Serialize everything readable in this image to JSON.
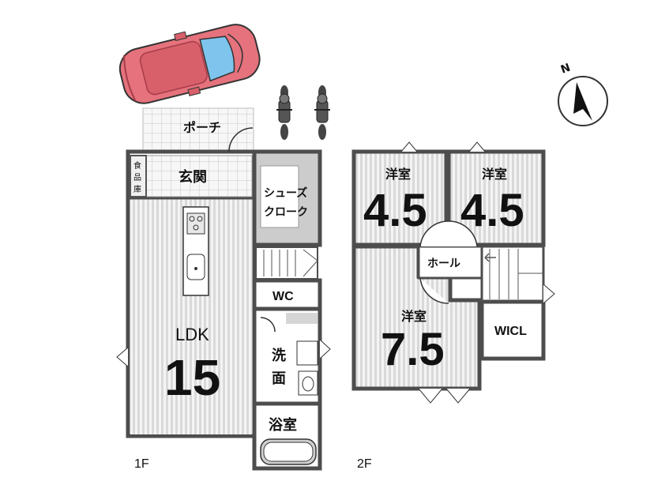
{
  "floors": {
    "first": {
      "label": "1F",
      "rooms": {
        "porch": "ポーチ",
        "entrance": "玄関",
        "pantry": [
          "食",
          "品",
          "庫"
        ],
        "shoe_cloak_line1": "シューズ",
        "shoe_cloak_line2": "クローク",
        "ldk_label": "LDK",
        "ldk_size": "15",
        "wc": "WC",
        "washroom": [
          "洗",
          "面"
        ],
        "bath": "浴室"
      }
    },
    "second": {
      "label": "2F",
      "rooms": {
        "western_label": "洋室",
        "west_room_size": "4.5",
        "east_room_size": "4.5",
        "large_room_size": "7.5",
        "hall": "ホール",
        "wicl": "WICL"
      }
    }
  },
  "compass": {
    "label": "N"
  },
  "colors": {
    "room_fill": "#cccccc",
    "floor_stripe": "#e2e2e2",
    "wall": "#4d4d4d",
    "car_body": "#e5727c",
    "car_window": "#7fc4ec"
  }
}
